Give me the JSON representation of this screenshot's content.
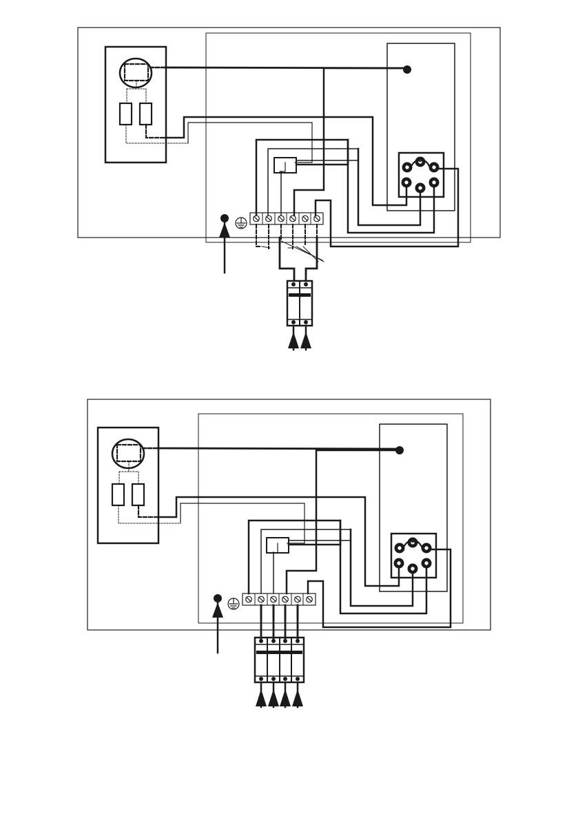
{
  "page": {
    "background": "#ffffff",
    "ink": "#1a1a1a"
  },
  "diagrams": [
    {
      "id": "single-phase",
      "breaker_poles": 2,
      "terminals": 6,
      "earth_symbol": "earth-ground-icon",
      "supply_arrows": 2
    },
    {
      "id": "three-phase",
      "breaker_poles": 4,
      "terminals": 6,
      "earth_symbol": "earth-ground-icon",
      "supply_arrows": 4
    }
  ]
}
